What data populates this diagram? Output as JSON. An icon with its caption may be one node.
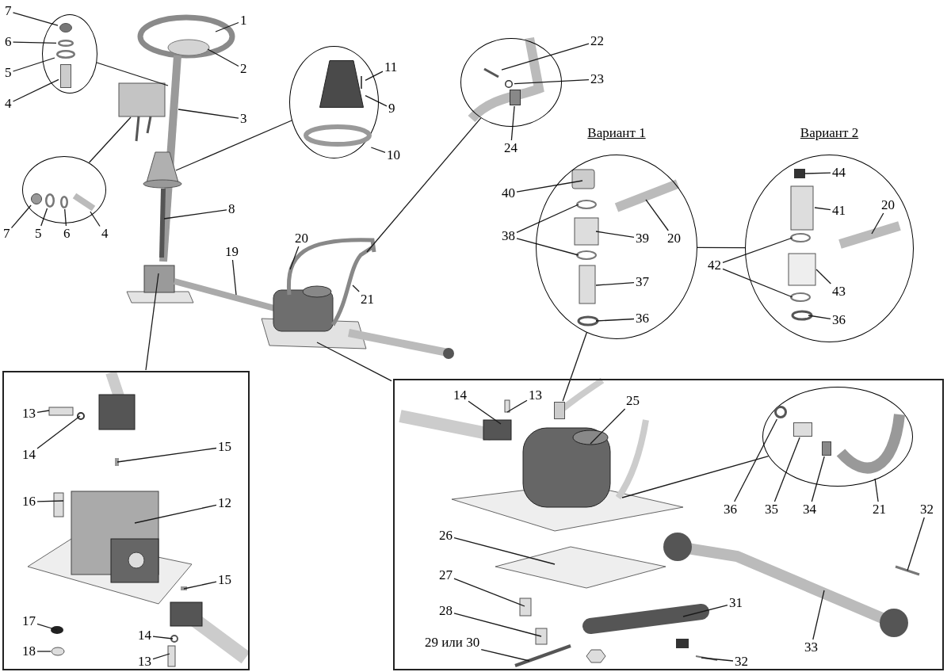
{
  "diagram": {
    "nodes": [
      {
        "text": [],
        "shape": "circle"
      },
      {
        "text": [
          "7"
        ]
      },
      {
        "text": [
          "6"
        ]
      },
      {
        "text": [
          "5"
        ]
      },
      {
        "text": [
          "4"
        ]
      },
      {
        "text": [
          "1"
        ]
      },
      {
        "text": [
          "2"
        ]
      },
      {
        "text": [
          "3"
        ]
      },
      {
        "text": [],
        "shape": "circle"
      },
      {
        "text": [
          "7"
        ]
      },
      {
        "text": [
          "5"
        ]
      },
      {
        "text": [
          "6"
        ]
      },
      {
        "text": [
          "4"
        ]
      },
      {
        "text": [],
        "shape": "circle"
      },
      {
        "text": [
          "11"
        ]
      },
      {
        "text": [
          "9"
        ]
      },
      {
        "text": [
          "10"
        ]
      },
      {
        "text": [
          "8"
        ]
      },
      {
        "text": [],
        "shape": "circle"
      },
      {
        "text": [
          "22"
        ]
      },
      {
        "text": [
          "23"
        ]
      },
      {
        "text": [
          "24"
        ]
      },
      {
        "text": [
          "19"
        ]
      },
      {
        "text": [
          "20"
        ]
      },
      {
        "text": [
          "21"
        ]
      },
      {
        "text": [
          "Вариант 1"
        ]
      },
      {
        "text": [
          "40"
        ]
      },
      {
        "text": [
          "38"
        ]
      },
      {
        "text": [
          "39"
        ],
        "in": 25
      },
      {
        "text": [
          "20"
        ],
        "in": 25
      },
      {
        "text": [
          "37"
        ],
        "in": 25
      },
      {
        "text": [
          "36"
        ],
        "in": 25
      },
      {
        "text": [
          "Вариант 2"
        ]
      },
      {
        "text": [
          "44"
        ],
        "in": 32
      },
      {
        "text": [
          "41"
        ],
        "in": 32
      },
      {
        "text": [
          "20"
        ],
        "in": 32
      },
      {
        "text": [
          "42"
        ]
      },
      {
        "text": [
          "43"
        ],
        "in": 32
      },
      {
        "text": [
          "36"
        ],
        "in": 32
      },
      {
        "text": [],
        "shape": "box"
      },
      {
        "text": [
          "13"
        ],
        "in": 39
      },
      {
        "text": [
          "14"
        ],
        "in": 39
      },
      {
        "text": [
          "15"
        ],
        "in": 39
      },
      {
        "text": [
          "16"
        ],
        "in": 39
      },
      {
        "text": [
          "12"
        ],
        "in": 39
      },
      {
        "text": [
          "15"
        ],
        "in": 39
      },
      {
        "text": [
          "17"
        ],
        "in": 39
      },
      {
        "text": [
          "18"
        ],
        "in": 39
      },
      {
        "text": [
          "14"
        ],
        "in": 39
      },
      {
        "text": [
          "13"
        ],
        "in": 39
      },
      {
        "text": [],
        "shape": "box"
      },
      {
        "text": [
          "14"
        ],
        "in": 50
      },
      {
        "text": [
          "13"
        ],
        "in": 50
      },
      {
        "text": [
          "25"
        ],
        "in": 50
      },
      {
        "text": [],
        "shape": "circle",
        "in": 50
      },
      {
        "text": [
          "36"
        ],
        "in": 50
      },
      {
        "text": [
          "35"
        ],
        "in": 50
      },
      {
        "text": [
          "34"
        ],
        "in": 50
      },
      {
        "text": [
          "21"
        ],
        "in": 50
      },
      {
        "text": [
          "32"
        ],
        "in": 50
      },
      {
        "text": [
          "26"
        ],
        "in": 50
      },
      {
        "text": [
          "27"
        ],
        "in": 50
      },
      {
        "text": [
          "28"
        ],
        "in": 50
      },
      {
        "text": [
          "29 или 30"
        ],
        "in": 50
      },
      {
        "text": [
          "31"
        ],
        "in": 50
      },
      {
        "text": [
          "33"
        ],
        "in": 50
      },
      {
        "text": [
          "32"
        ],
        "in": 50
      },
      {
        "text": [],
        "shape": "circle",
        "in": 0
      },
      {
        "text": [],
        "shape": "circle",
        "in": 0
      },
      {
        "text": [],
        "shape": "circle",
        "in": 0
      },
      {
        "text": [],
        "shape": "box",
        "in": 0
      },
      {
        "text": [],
        "shape": "circle",
        "in": 8
      },
      {
        "text": [],
        "shape": "circle",
        "in": 8
      },
      {
        "text": [],
        "shape": "circle",
        "in": 8
      },
      {
        "text": [],
        "shape": "picture",
        "in": 8
      },
      {
        "text": [],
        "shape": "picture",
        "in": 13
      },
      {
        "text": [],
        "shape": "picture",
        "in": 13
      },
      {
        "text": [],
        "shape": "circle",
        "in": 13
      },
      {
        "text": [],
        "shape": "picture",
        "in": 18
      },
      {
        "text": [],
        "shape": "circle",
        "in": 18
      },
      {
        "text": [],
        "shape": "box",
        "in": 18
      },
      {
        "text": [],
        "shape": "box",
        "in": 50
      },
      {
        "text": [],
        "shape": "circle",
        "in": 54
      },
      {
        "text": [],
        "shape": "box",
        "in": 54
      },
      {
        "text": [],
        "shape": "box",
        "in": 54
      },
      {
        "text": [],
        "shape": "picture",
        "in": 54
      }
    ],
    "edges": [
      {
        "from": 1,
        "to": 67,
        "arrow": "none"
      },
      {
        "from": 2,
        "to": 68,
        "arrow": "none"
      },
      {
        "from": 3,
        "to": 69,
        "arrow": "none"
      },
      {
        "from": 4,
        "to": 70,
        "arrow": "none"
      },
      {
        "from": 0,
        "to": null,
        "arrow": "none"
      },
      {
        "from": 5,
        "to": null,
        "arrow": "none"
      },
      {
        "from": 6,
        "to": null,
        "arrow": "none"
      },
      {
        "from": 7,
        "to": null,
        "arrow": "none"
      },
      {
        "from": 9,
        "to": 71,
        "arrow": "none"
      },
      {
        "from": 10,
        "to": 72,
        "arrow": "none"
      },
      {
        "from": 11,
        "to": 73,
        "arrow": "none"
      },
      {
        "from": 12,
        "to": 74,
        "arrow": "none"
      },
      {
        "from": 8,
        "to": null,
        "arrow": "none"
      },
      {
        "from": 14,
        "to": 75,
        "arrow": "none"
      },
      {
        "from": 15,
        "to": 76,
        "arrow": "none"
      },
      {
        "from": 16,
        "to": 77,
        "arrow": "none"
      },
      {
        "from": 13,
        "to": null,
        "arrow": "none"
      },
      {
        "from": 17,
        "to": null,
        "arrow": "none"
      },
      {
        "from": 19,
        "to": 78,
        "arrow": "none"
      },
      {
        "from": 20,
        "to": 79,
        "arrow": "none"
      },
      {
        "from": 21,
        "to": 80,
        "arrow": "none"
      },
      {
        "from": 18,
        "to": null,
        "arrow": "none"
      },
      {
        "from": 22,
        "to": null,
        "arrow": "none"
      },
      {
        "from": 23,
        "to": null,
        "arrow": "none"
      },
      {
        "from": 24,
        "to": null,
        "arrow": "none"
      },
      {
        "from": 26,
        "to": null,
        "arrow": "none"
      },
      {
        "from": 27,
        "to": null,
        "arrow": "none"
      },
      {
        "from": 27,
        "to": null,
        "arrow": "none"
      },
      {
        "from": 28,
        "to": null,
        "arrow": "none"
      },
      {
        "from": 29,
        "to": null,
        "arrow": "none"
      },
      {
        "from": 30,
        "to": null,
        "arrow": "none"
      },
      {
        "from": 31,
        "to": null,
        "arrow": "none"
      },
      {
        "from": 25,
        "to": 32,
        "arrow": "none"
      },
      {
        "from": 25,
        "to": 81,
        "arrow": "none"
      },
      {
        "from": 33,
        "to": null,
        "arrow": "none"
      },
      {
        "from": 34,
        "to": null,
        "arrow": "none"
      },
      {
        "from": 35,
        "to": null,
        "arrow": "none"
      },
      {
        "from": 36,
        "to": null,
        "arrow": "none"
      },
      {
        "from": 36,
        "to": null,
        "arrow": "none"
      },
      {
        "from": 37,
        "to": null,
        "arrow": "none"
      },
      {
        "from": 38,
        "to": null,
        "arrow": "none"
      },
      {
        "from": 39,
        "to": null,
        "arrow": "none"
      },
      {
        "from": 40,
        "to": null,
        "arrow": "none"
      },
      {
        "from": 41,
        "to": null,
        "arrow": "none"
      },
      {
        "from": 42,
        "to": null,
        "arrow": "none"
      },
      {
        "from": 43,
        "to": null,
        "arrow": "none"
      },
      {
        "from": 44,
        "to": null,
        "arrow": "none"
      },
      {
        "from": 45,
        "to": null,
        "arrow": "none"
      },
      {
        "from": 46,
        "to": null,
        "arrow": "none"
      },
      {
        "from": 47,
        "to": null,
        "arrow": "none"
      },
      {
        "from": 48,
        "to": null,
        "arrow": "none"
      },
      {
        "from": 49,
        "to": null,
        "arrow": "none"
      },
      {
        "from": 50,
        "to": null,
        "arrow": "none"
      },
      {
        "from": 51,
        "to": null,
        "arrow": "none"
      },
      {
        "from": 52,
        "to": null,
        "arrow": "none"
      },
      {
        "from": 53,
        "to": null,
        "arrow": "none"
      },
      {
        "from": 54,
        "to": null,
        "arrow": "none"
      },
      {
        "from": 55,
        "to": 82,
        "arrow": "none"
      },
      {
        "from": 56,
        "to": 83,
        "arrow": "none"
      },
      {
        "from": 57,
        "to": 84,
        "arrow": "none"
      },
      {
        "from": 58,
        "to": 85,
        "arrow": "none"
      },
      {
        "from": 59,
        "to": null,
        "arrow": "none"
      },
      {
        "from": 60,
        "to": null,
        "arrow": "none"
      },
      {
        "from": 61,
        "to": null,
        "arrow": "none"
      },
      {
        "from": 62,
        "to": null,
        "arrow": "none"
      },
      {
        "from": 63,
        "to": null,
        "arrow": "none"
      },
      {
        "from": 64,
        "to": null,
        "arrow": "none"
      },
      {
        "from": 65,
        "to": null,
        "arrow": "none"
      },
      {
        "from": 66,
        "to": null,
        "arrow": "none"
      }
    ]
  }
}
